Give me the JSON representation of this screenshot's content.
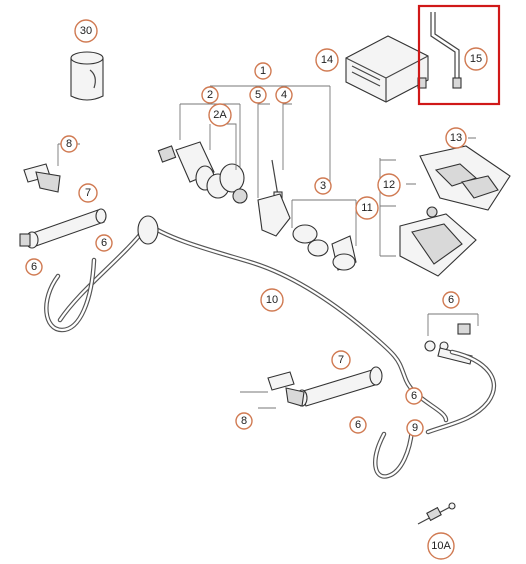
{
  "callouts": [
    {
      "id": "30",
      "label": "30"
    },
    {
      "id": "14",
      "label": "14"
    },
    {
      "id": "15",
      "label": "15"
    },
    {
      "id": "1",
      "label": "1"
    },
    {
      "id": "2",
      "label": "2"
    },
    {
      "id": "5",
      "label": "5"
    },
    {
      "id": "4",
      "label": "4"
    },
    {
      "id": "2A",
      "label": "2A"
    },
    {
      "id": "8a",
      "label": "8"
    },
    {
      "id": "13",
      "label": "13"
    },
    {
      "id": "12",
      "label": "12"
    },
    {
      "id": "3",
      "label": "3"
    },
    {
      "id": "11",
      "label": "11"
    },
    {
      "id": "7a",
      "label": "7"
    },
    {
      "id": "6a",
      "label": "6"
    },
    {
      "id": "6b",
      "label": "6"
    },
    {
      "id": "10",
      "label": "10"
    },
    {
      "id": "6c",
      "label": "6"
    },
    {
      "id": "7b",
      "label": "7"
    },
    {
      "id": "6d",
      "label": "6"
    },
    {
      "id": "8b",
      "label": "8"
    },
    {
      "id": "6e",
      "label": "6"
    },
    {
      "id": "9",
      "label": "9"
    },
    {
      "id": "10A",
      "label": "10A"
    }
  ],
  "highlight": {
    "target": "15",
    "color": "#d01818"
  },
  "colors": {
    "callout_border": "#d07a52",
    "line": "#444444"
  }
}
